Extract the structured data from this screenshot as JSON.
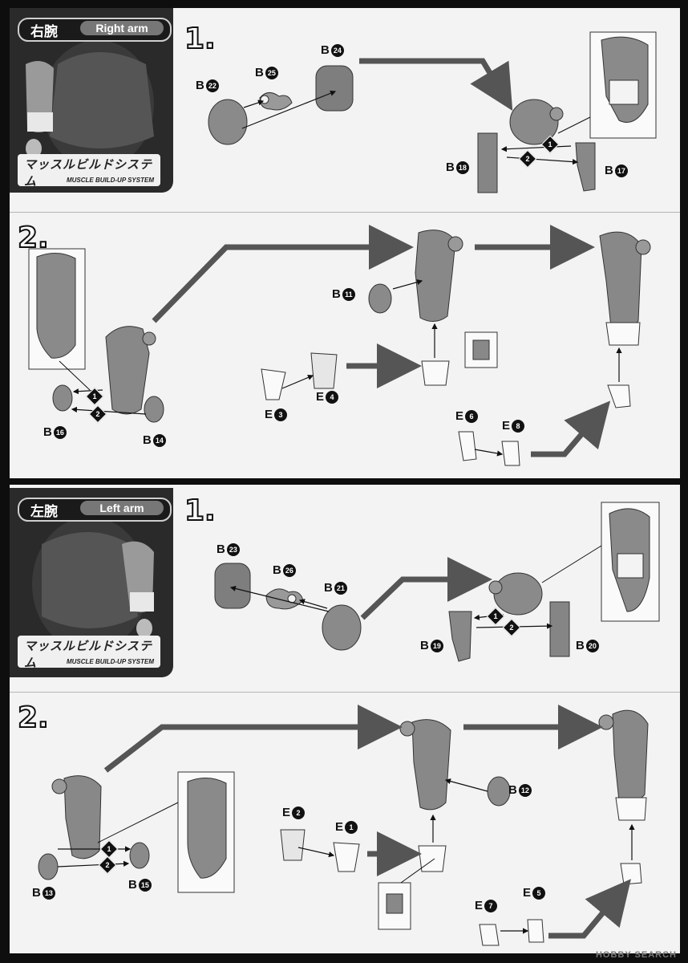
{
  "watermark_top": "",
  "watermark_bottom": "HOBBY SEARCH",
  "right_arm": {
    "title_jp": "右腕",
    "title_en": "Right arm",
    "logo_jp": "マッスルビルドシステム",
    "logo_en": "MUSCLE BUILD-UP SYSTEM",
    "step1": {
      "number": "1.",
      "labels": [
        {
          "letter": "B",
          "num": "22"
        },
        {
          "letter": "B",
          "num": "25"
        },
        {
          "letter": "B",
          "num": "24"
        },
        {
          "letter": "B",
          "num": "18"
        },
        {
          "letter": "B",
          "num": "17"
        }
      ],
      "order": [
        "1",
        "2"
      ]
    },
    "step2": {
      "number": "2.",
      "labels": [
        {
          "letter": "B",
          "num": "11"
        },
        {
          "letter": "B",
          "num": "16"
        },
        {
          "letter": "B",
          "num": "14"
        },
        {
          "letter": "E",
          "num": "3"
        },
        {
          "letter": "E",
          "num": "4"
        },
        {
          "letter": "E",
          "num": "6"
        },
        {
          "letter": "E",
          "num": "8"
        }
      ],
      "order": [
        "1",
        "2"
      ]
    }
  },
  "left_arm": {
    "title_jp": "左腕",
    "title_en": "Left arm",
    "logo_jp": "マッスルビルドシステム",
    "logo_en": "MUSCLE BUILD-UP SYSTEM",
    "step1": {
      "number": "1.",
      "labels": [
        {
          "letter": "B",
          "num": "23"
        },
        {
          "letter": "B",
          "num": "26"
        },
        {
          "letter": "B",
          "num": "21"
        },
        {
          "letter": "B",
          "num": "19"
        },
        {
          "letter": "B",
          "num": "20"
        }
      ],
      "order": [
        "1",
        "2"
      ]
    },
    "step2": {
      "number": "2.",
      "labels": [
        {
          "letter": "B",
          "num": "12"
        },
        {
          "letter": "E",
          "num": "2"
        },
        {
          "letter": "E",
          "num": "1"
        },
        {
          "letter": "B",
          "num": "13"
        },
        {
          "letter": "B",
          "num": "15"
        },
        {
          "letter": "E",
          "num": "7"
        },
        {
          "letter": "E",
          "num": "5"
        }
      ],
      "order": [
        "1",
        "2"
      ]
    }
  },
  "colors": {
    "page": "#f3f3f3",
    "frame": "#0e0e0e",
    "part": "#8a8a8a",
    "arrow": "#555555",
    "header": "#2a2a2a"
  }
}
